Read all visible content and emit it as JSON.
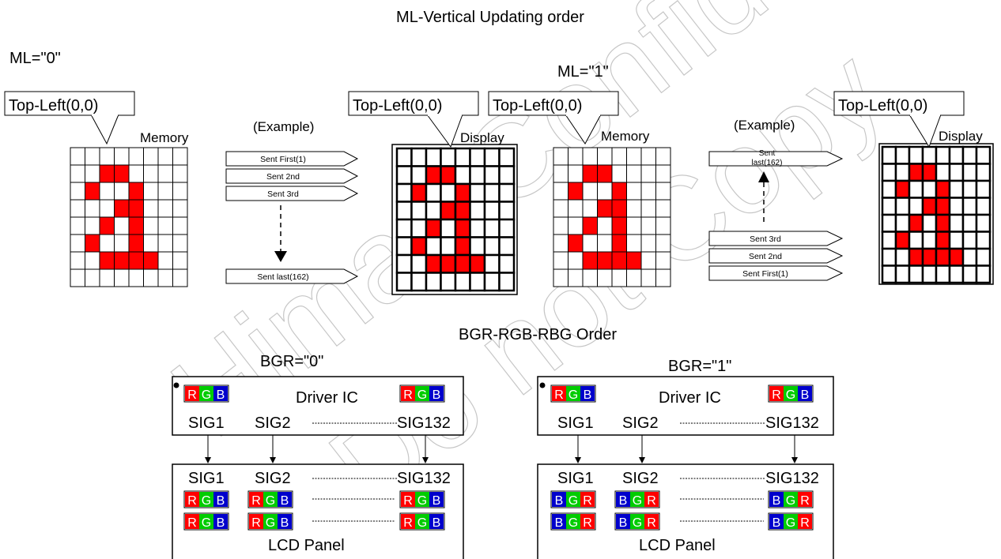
{
  "title": "ML-Vertical Updating order",
  "ml0": {
    "label": "ML=\"0\"",
    "memory_callout": "Top-Left(0,0)",
    "memory_label": "Memory",
    "example_label": "(Example)",
    "sends": [
      "Sent First(1)",
      "Sent 2nd",
      "Sent 3rd",
      "Sent last(162)"
    ],
    "display_callout": "Top-Left(0,0)",
    "display_label": "Display"
  },
  "ml1": {
    "label": "ML=\"1\"",
    "memory_callout": "Top-Left(0,0)",
    "memory_label": "Memory",
    "example_label": "(Example)",
    "sends": [
      "Sent",
      "last(162)",
      "Sent 3rd",
      "Sent 2nd",
      "Sent First(1)"
    ],
    "display_callout": "Top-Left(0,0)",
    "display_label": "Display"
  },
  "letter_pattern": [
    "00000000",
    "00110000",
    "01001000",
    "00011000",
    "00101000",
    "01001000",
    "00111100",
    "00000000"
  ],
  "bgr_title": "BGR-RGB-RBG Order",
  "bgr0": {
    "label": "BGR=\"0\"",
    "driver_label": "Driver IC",
    "driver_pixels": [
      "R",
      "G",
      "B"
    ],
    "driver_signals": [
      "SIG1",
      "SIG2",
      "SIG132"
    ],
    "panel_signals": [
      "SIG1",
      "SIG2",
      "SIG132"
    ],
    "panel_pixels": [
      "R",
      "G",
      "B"
    ],
    "panel_label": "LCD Panel"
  },
  "bgr1": {
    "label": "BGR=\"1\"",
    "driver_label": "Driver IC",
    "driver_pixels": [
      "R",
      "G",
      "B"
    ],
    "driver_signals": [
      "SIG1",
      "SIG2",
      "SIG132"
    ],
    "panel_signals": [
      "SIG1",
      "SIG2",
      "SIG132"
    ],
    "panel_pixels": [
      "B",
      "G",
      "R"
    ],
    "panel_label": "LCD Panel"
  },
  "watermark": [
    "Himax Confidential",
    "Do not Copy"
  ],
  "colors": {
    "red": "#ff0000",
    "green": "#00cc00",
    "blue": "#0000cc",
    "line": "#000000"
  }
}
